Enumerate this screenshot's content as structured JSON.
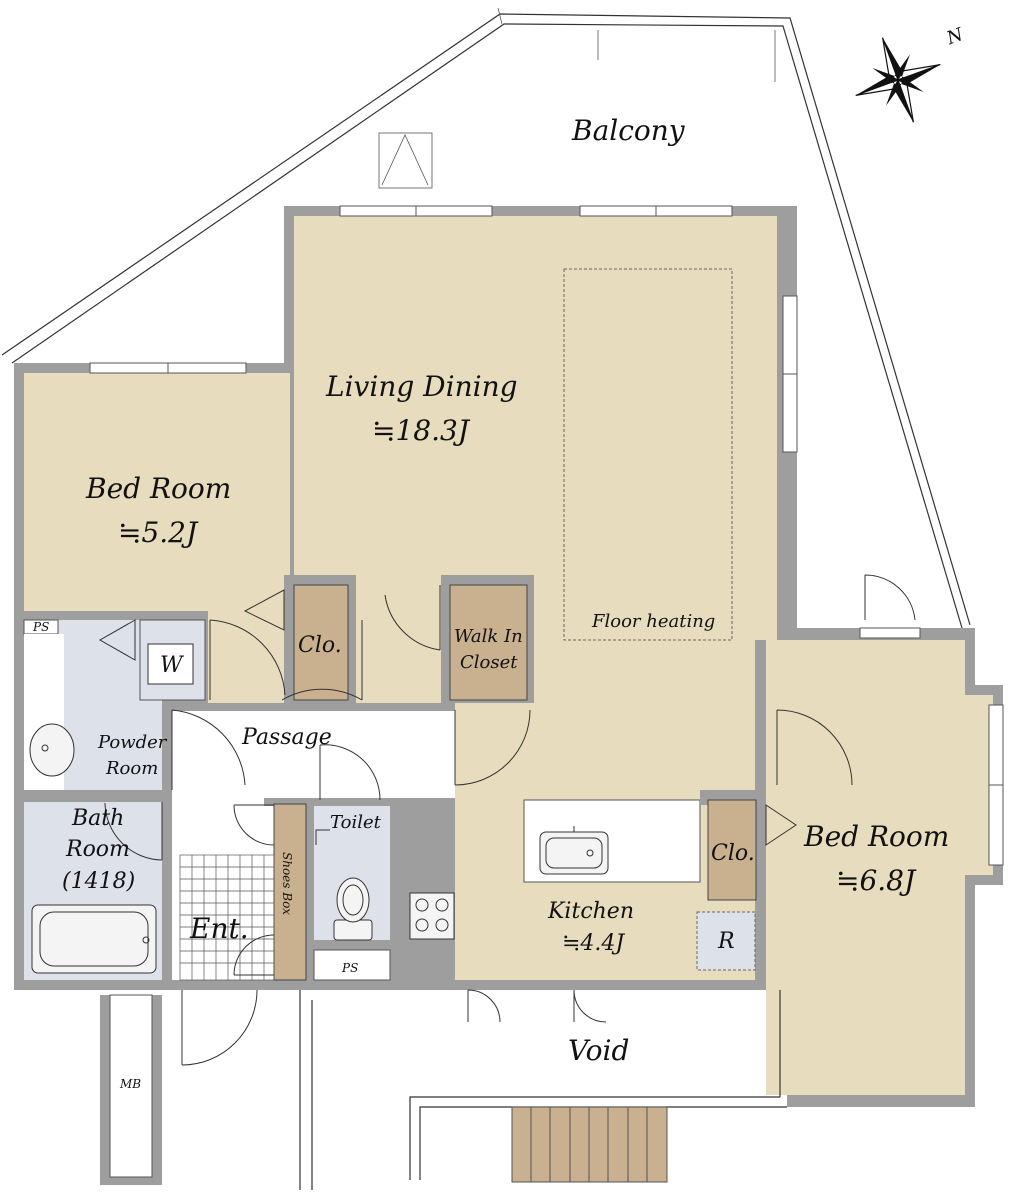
{
  "rooms": {
    "balcony": "Balcony",
    "living_dining": {
      "name": "Living Dining",
      "size": "≒18.3J"
    },
    "bedroom_west": {
      "name": "Bed Room",
      "size": "≒5.2J"
    },
    "bedroom_east": {
      "name": "Bed Room",
      "size": "≒6.8J"
    },
    "kitchen": {
      "name": "Kitchen",
      "size": "≒4.4J"
    },
    "passage": "Passage",
    "powder_room": {
      "line1": "Powder",
      "line2": "Room"
    },
    "bath_room": {
      "line1": "Bath",
      "line2": "Room",
      "line3": "(1418)"
    },
    "toilet": "Toilet",
    "entrance": "Ent.",
    "void": "Void",
    "walk_in_closet": {
      "line1": "Walk In",
      "line2": "Closet"
    },
    "closet_1": "Clo.",
    "closet_2": "Clo.",
    "shoes_box": "Shoes Box",
    "floor_heating": "Floor heating",
    "washer": "W",
    "refrigerator": "R",
    "ps_1": "PS",
    "ps_2": "PS",
    "mb": "MB"
  },
  "compass": {
    "north_label": "N"
  },
  "colors": {
    "room_beige": "#e8dcbe",
    "room_blue": "#dde1ea",
    "closet_brown": "#c9b08f",
    "wall_gray": "#9e9e9e"
  }
}
